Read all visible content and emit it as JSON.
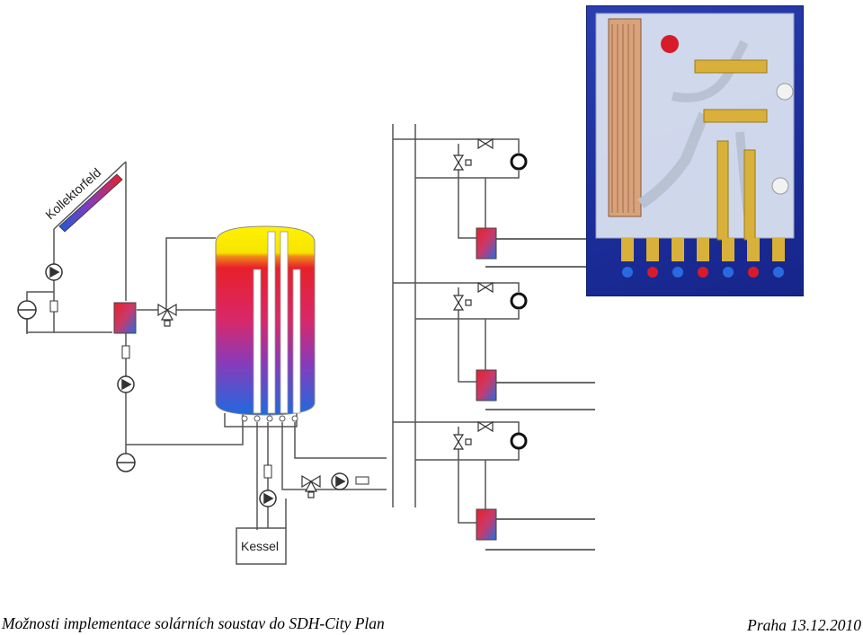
{
  "diagram": {
    "collector_label": "Kollektorfeld",
    "boiler_label": "Kessel"
  },
  "footer": {
    "title": "Možnosti implementace solárních soustav do SDH-City Plan",
    "date": "Praha 13.12.2010"
  },
  "colors": {
    "line": "#555555",
    "hot": "#e8202a",
    "cold": "#1e5ad8",
    "tank_top": "#fff200",
    "photo_bg": "#1b2d9a"
  }
}
